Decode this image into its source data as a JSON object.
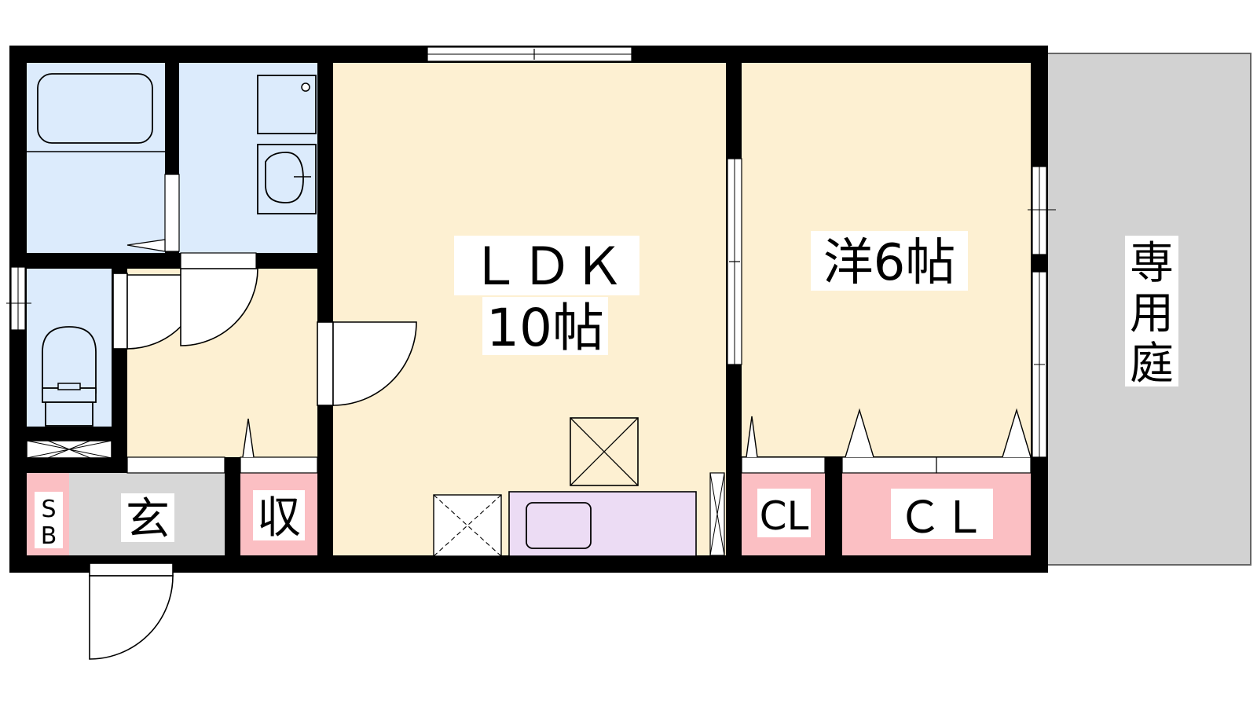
{
  "rooms": {
    "ldk_name": "ＬＤＫ",
    "ldk_size": "10帖",
    "western_room": "洋6帖",
    "entrance": "玄",
    "shoe_box_top": "S",
    "shoe_box_bottom": "B",
    "storage": "収",
    "closet_small": "CL",
    "closet_large": "ＣＬ",
    "garden_1": "専",
    "garden_2": "用",
    "garden_3": "庭"
  },
  "colors": {
    "wall": "#000000",
    "wet_area": "#dcebfc",
    "living_floor": "#fdf0d2",
    "storage": "#fbbfc3",
    "entrance": "#d7d7d7",
    "garden": "#d2d2d2",
    "kitchen": "#ecdcf4"
  }
}
